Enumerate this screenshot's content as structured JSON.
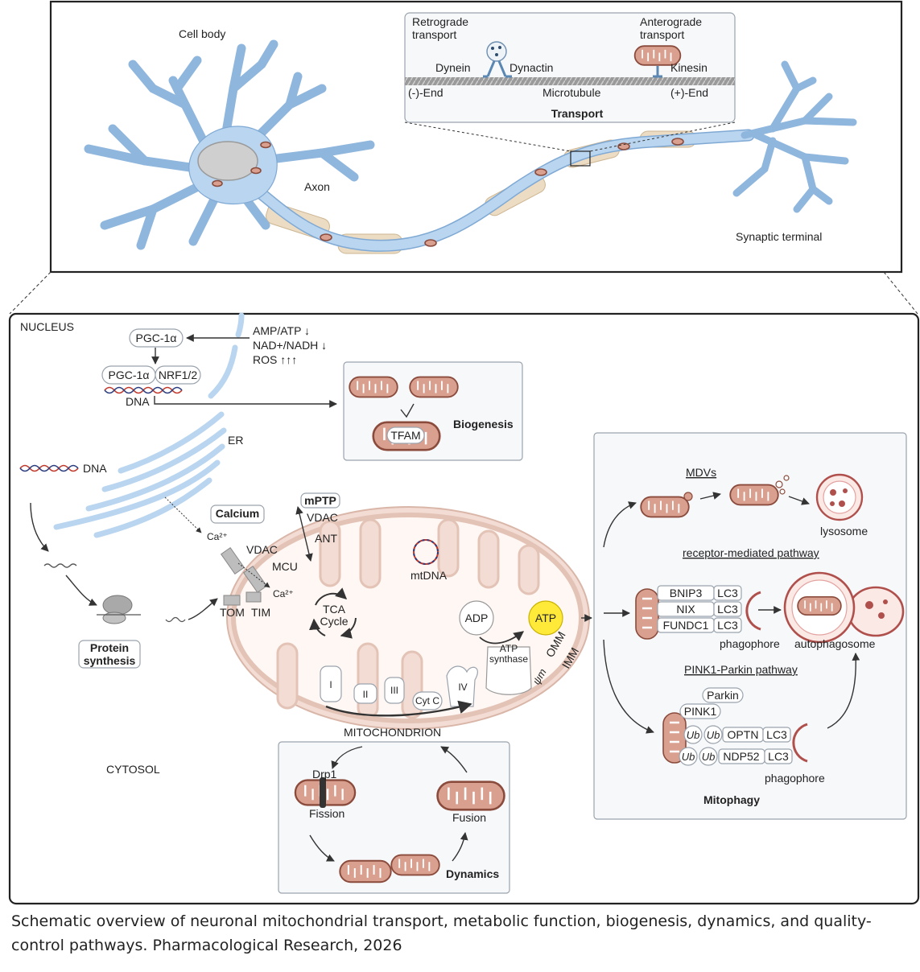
{
  "top": {
    "cell_body": "Cell body",
    "axon": "Axon",
    "synaptic_terminal": "Synaptic terminal",
    "transport": {
      "retrograde_1": "Retrograde",
      "retrograde_2": "transport",
      "anterograde_1": "Anterograde",
      "anterograde_2": "transport",
      "dynein": "Dynein",
      "dynactin": "Dynactin",
      "kinesin": "Kinesin",
      "minus_end": "(-)-End",
      "microtubule": "Microtubule",
      "plus_end": "(+)-End",
      "title": "Transport"
    }
  },
  "bottom": {
    "nucleus": "NUCLEUS",
    "pgc1a": "PGC-1α",
    "pgc1a_complex": "PGC-1α",
    "nrf12": "NRF1/2",
    "dna_nucleus": "DNA",
    "amp_atp": "AMP/ATP ↓",
    "nad_nadh": "NAD+/NADH ↓",
    "ros": "ROS ↑↑↑",
    "biogenesis": {
      "tfam": "TFAM",
      "title": "Biogenesis"
    },
    "er": "ER",
    "dna_cyto": "DNA",
    "calcium": "Calcium",
    "ca_1": "Ca²⁺",
    "ca_2": "Ca²⁺",
    "vdac_1": "VDAC",
    "mcu": "MCU",
    "tom": "TOM",
    "tim": "TIM",
    "protein_synthesis_1": "Protein",
    "protein_synthesis_2": "synthesis",
    "mptp": "mPTP",
    "vdac_2": "VDAC",
    "ant": "ANT",
    "mtdna": "mtDNA",
    "tca_1": "TCA",
    "tca_2": "Cycle",
    "adp": "ADP",
    "atp": "ATP",
    "atp_synthase_1": "ATP",
    "atp_synthase_2": "synthase",
    "omm": "OMM",
    "imm": "IMM",
    "psi_m": "ψm",
    "complex_i": "I",
    "complex_ii": "II",
    "complex_iii": "III",
    "cyt_c": "Cyt C",
    "complex_iv": "IV",
    "mitochondrion": "MITOCHONDRION",
    "cytosol": "CYTOSOL",
    "dynamics": {
      "drp1": "Drp1",
      "fission": "Fission",
      "fusion": "Fusion",
      "title": "Dynamics"
    },
    "mitophagy": {
      "mdvs": "MDVs",
      "lysosome": "lysosome",
      "receptor_pathway": "receptor-mediated pathway",
      "bnip3": "BNIP3",
      "nix": "NIX",
      "fundc1": "FUNDC1",
      "lc3": "LC3",
      "phagophore_1": "phagophore",
      "autophagosome": "autophagosome",
      "pink1_pathway": "PINK1-Parkin pathway",
      "parkin": "Parkin",
      "pink1": "PINK1",
      "ub": "Ub",
      "optn": "OPTN",
      "ndp52": "NDP52",
      "phagophore_2": "phagophore",
      "title": "Mitophagy"
    }
  },
  "caption": "Schematic overview of neuronal mitochondrial transport, metabolic function, biogenesis, dynamics, and quality-control pathways. Pharmacological Research, 2026",
  "colors": {
    "neuron": "#b9d5ef",
    "myelin": "#ecdcc4",
    "mitochondrion": "#d9a090",
    "mito_outer": "#f3dcd4",
    "atp": "#ffea3a",
    "panel_bg": "#f7f8fa"
  }
}
